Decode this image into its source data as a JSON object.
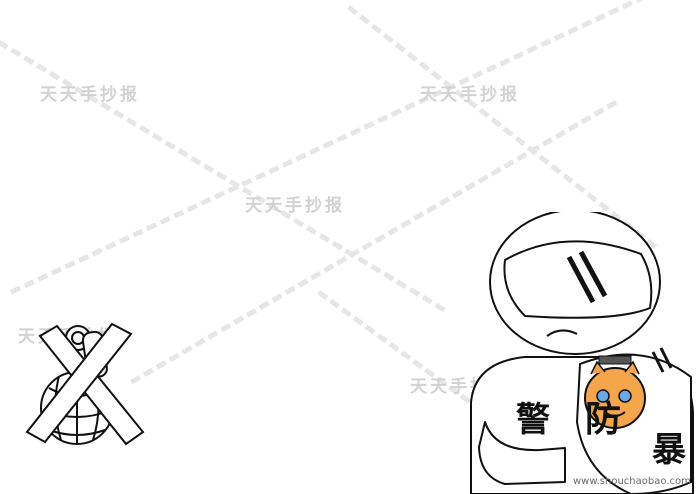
{
  "watermark": {
    "text": "天天手抄报"
  },
  "shield": {
    "chars": [
      "警",
      "防",
      "暴"
    ]
  },
  "site": {
    "url": "www.shouchaobao.com"
  },
  "colors": {
    "ink": "#111111",
    "watermark": "#d2d2d2",
    "dash": "#e6e6e6",
    "mascot_orange": "#f5a64a",
    "mascot_blue": "#6aa9e8"
  }
}
